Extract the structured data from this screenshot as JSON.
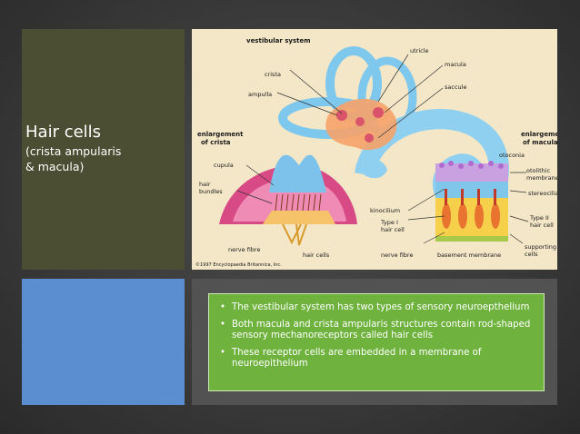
{
  "slide": {
    "title": "Hair cells",
    "subtitle": " (crista ampularis\n& macula)"
  },
  "figure": {
    "labels": {
      "vestibular_system": "vestibular system",
      "utricle": "utricle",
      "crista": "crista",
      "macula": "macula",
      "ampulla": "ampulla",
      "saccule": "saccule",
      "enlargement_crista": "enlargement\nof crista",
      "enlargement_macula": "enlargement\nof macula",
      "otoconia": "otoconia",
      "cupula": "cupula",
      "otolithic_membrane": "otolithic\nmembrane",
      "hair_bundles": "hair\nbundles",
      "stereocilia": "stereocilia",
      "kinocilium": "kinocilium",
      "type_i": "Type I\nhair cell",
      "type_ii": "Type II\nhair cell",
      "nerve_fibre_left": "nerve fibre",
      "hair_cells": "hair cells",
      "nerve_fibre_right": "nerve fibre",
      "basement_membrane": "basement membrane",
      "supporting_cells": "supporting\ncells",
      "copyright": "©1997 Encyclopaedia Britannica, Inc."
    }
  },
  "bullets": [
    "The vestibular system has two types of sensory neuroepthelium",
    "Both macula and crista ampularis structures contain rod-shaped sensory mechanoreceptors called hair cells",
    "These receptor cells are embedded in a membrane of neuroepithelium"
  ]
}
